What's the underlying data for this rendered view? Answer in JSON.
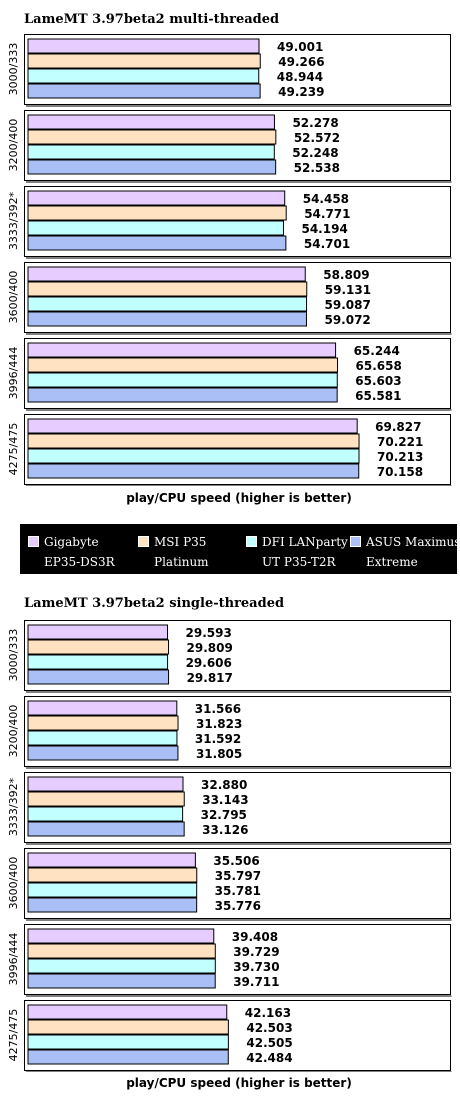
{
  "legend": [
    {
      "line1": "Gigabyte",
      "line2": "EP35-DS3R",
      "color": "#e6ccff"
    },
    {
      "line1": "MSI P35",
      "line2": "Platinum",
      "color": "#ffe2c2"
    },
    {
      "line1": "DFI LANparty",
      "line2": "UT P35-T2R",
      "color": "#c2ffff"
    },
    {
      "line1": "ASUS Maximus",
      "line2": "Extreme",
      "color": "#aabff5"
    }
  ],
  "chart_data": [
    {
      "type": "bar",
      "orientation": "horizontal",
      "title": "LameMT 3.97beta2 multi-threaded",
      "xlabel": "play/CPU speed (higher is better)",
      "ylabel": "",
      "categories": [
        "3000/333",
        "3200/400",
        "3333/392*",
        "3600/400",
        "3996/444",
        "4275/475"
      ],
      "series": [
        {
          "name": "Gigabyte EP35-DS3R",
          "values": [
            "49.001",
            "52.278",
            "54.458",
            "58.809",
            "65.244",
            "69.827"
          ]
        },
        {
          "name": "MSI P35 Platinum",
          "values": [
            "49.266",
            "52.572",
            "54.771",
            "59.131",
            "65.658",
            "70.221"
          ]
        },
        {
          "name": "DFI LANparty UT P35-T2R",
          "values": [
            "48.944",
            "52.248",
            "54.194",
            "59.087",
            "65.603",
            "70.213"
          ]
        },
        {
          "name": "ASUS Maximus Extreme",
          "values": [
            "49.239",
            "52.538",
            "54.701",
            "59.072",
            "65.581",
            "70.158"
          ]
        }
      ],
      "xlim": [
        0,
        80
      ],
      "grid": false
    },
    {
      "type": "bar",
      "orientation": "horizontal",
      "title": "LameMT 3.97beta2 single-threaded",
      "xlabel": "play/CPU speed (higher is better)",
      "ylabel": "",
      "categories": [
        "3000/333",
        "3200/400",
        "3333/392*",
        "3600/400",
        "3996/444",
        "4275/475"
      ],
      "series": [
        {
          "name": "Gigabyte EP35-DS3R",
          "values": [
            "29.593",
            "31.566",
            "32.880",
            "35.506",
            "39.408",
            "42.163"
          ]
        },
        {
          "name": "MSI P35 Platinum",
          "values": [
            "29.809",
            "31.823",
            "33.143",
            "35.797",
            "39.729",
            "42.503"
          ]
        },
        {
          "name": "DFI LANparty UT P35-T2R",
          "values": [
            "29.606",
            "31.592",
            "32.795",
            "35.781",
            "39.730",
            "42.505"
          ]
        },
        {
          "name": "ASUS Maximus Extreme",
          "values": [
            "29.817",
            "31.805",
            "33.126",
            "35.776",
            "39.711",
            "42.484"
          ]
        }
      ],
      "xlim": [
        0,
        80
      ],
      "grid": false
    }
  ]
}
